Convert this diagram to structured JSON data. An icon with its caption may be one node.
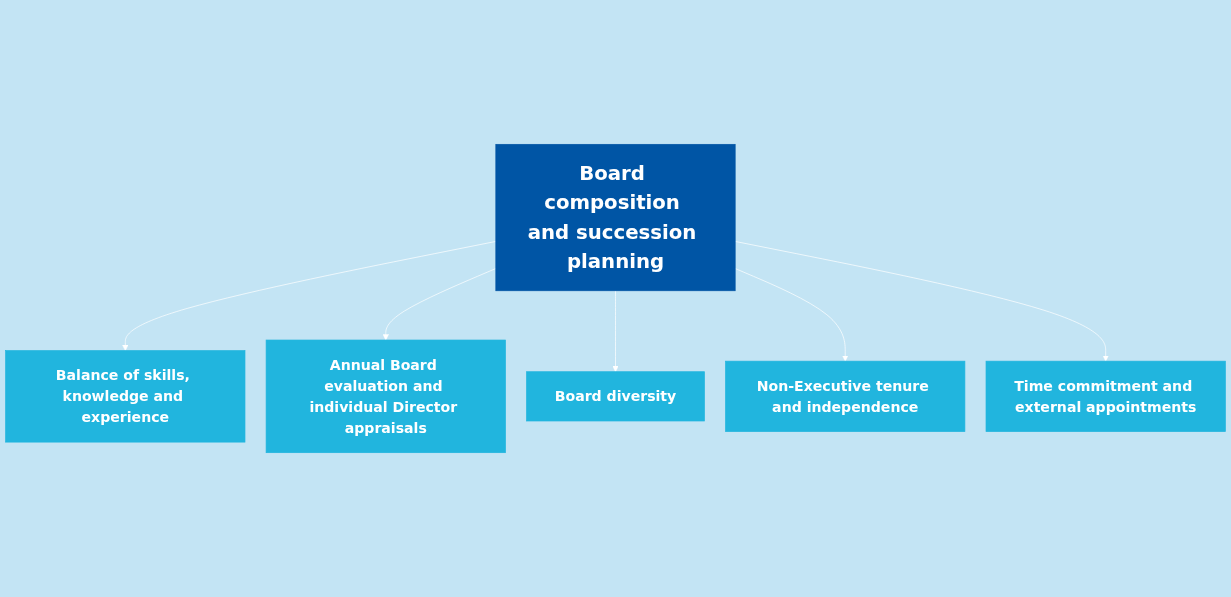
{
  "diagram": {
    "nodes": [
      {
        "text": [
          "Balance of skills, knowledge and experience"
        ]
      },
      {
        "text": [
          "Annual Board evaluation and individual Director appraisals"
        ]
      },
      {
        "text": [
          "Board composition and succession planning"
        ]
      },
      {
        "text": [
          "Board diversity"
        ]
      },
      {
        "text": [
          "Non-Executive tenure and independence"
        ]
      },
      {
        "text": [
          "Time commitment and external appointments"
        ]
      }
    ],
    "edges": [
      {
        "from": 2,
        "to": 0,
        "arrow": "to"
      },
      {
        "from": 2,
        "to": 1,
        "arrow": "to"
      },
      {
        "from": 2,
        "to": 3,
        "arrow": "to"
      },
      {
        "from": 2,
        "to": 4,
        "arrow": "to"
      },
      {
        "from": 2,
        "to": 5,
        "arrow": "to"
      }
    ]
  }
}
